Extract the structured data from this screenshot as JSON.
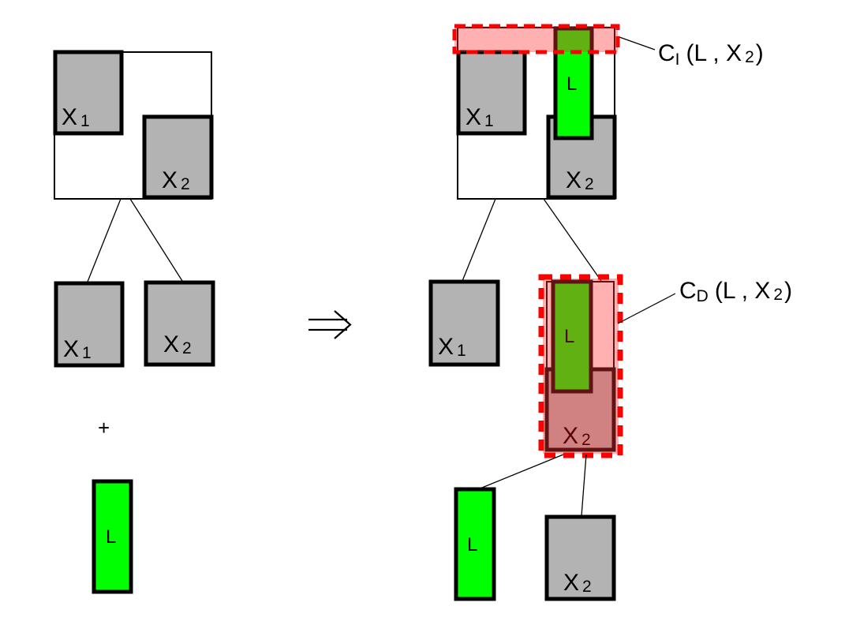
{
  "labels": {
    "x1": "X",
    "x1_sub": "1",
    "x2": "X",
    "x2_sub": "2",
    "leaf": "L",
    "plus": "+",
    "implies": "⇒"
  },
  "annotations": {
    "ci": {
      "main": "C",
      "sub": "I",
      "args": "(L , X",
      "args_sub": "2",
      "close": ")"
    },
    "cd": {
      "main": "C",
      "sub": "D",
      "args": "(L , X",
      "args_sub": "2",
      "close": ")"
    }
  },
  "colors": {
    "gray": "#b3b3b3",
    "green": "#00ff00",
    "dark_green": "#4caf00",
    "pink": "#ffb3b3",
    "rose": "#c87878",
    "red_dash": "#ff0000",
    "dark_red_text": "#5a0000"
  }
}
